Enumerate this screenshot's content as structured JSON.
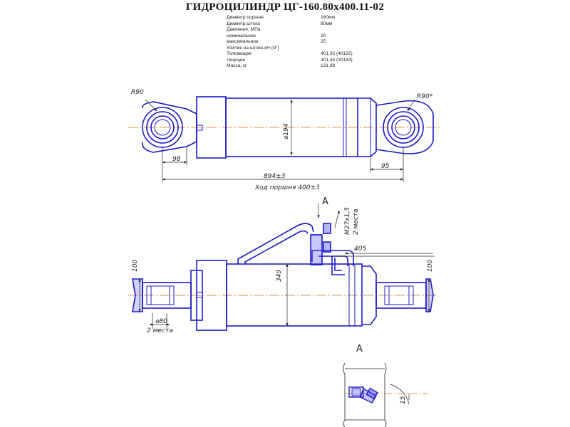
{
  "title": "ГИДРОЦИЛИНДР  ЦГ-160.80х400.11-02",
  "specs": [
    {
      "label": "Диаметр поршня",
      "value": "160мм"
    },
    {
      "label": "Диаметр штока",
      "value": "80мм"
    },
    {
      "label": "Давление, МПа",
      "value": ""
    },
    {
      "label": "номинальное",
      "value": "20"
    },
    {
      "label": "максимальное",
      "value": "25"
    },
    {
      "label": "Усилие на штоке,кН (кГ)",
      "value": ""
    },
    {
      "label": "Толкающее",
      "value": "401,92  (40192)"
    },
    {
      "label": "тянущее",
      "value": "301,44  (30144)"
    },
    {
      "label": "Масса, кг",
      "value": "131,88"
    }
  ],
  "dimensions": {
    "r90_left": "R90",
    "r90_right": "R90*",
    "bore_dia": "⌀194",
    "d98": "98",
    "d95": "95",
    "d894": "894±3",
    "stroke": "Ход поршня 400±3",
    "thread": "M27x1,5",
    "two_places_top": "2 места",
    "d405": "405",
    "d349": "349",
    "d100_left": "100",
    "d100_right": "100",
    "dia80": "⌀80",
    "two_places_bottom": "2 места",
    "d15": "15"
  },
  "views": {
    "view_a_arrow": "A",
    "view_a_label": "A"
  },
  "colors": {
    "outline": "#1a1ac8",
    "fill": "#4c4cff",
    "axis": "#e06a00",
    "dim_line": "#222222"
  }
}
